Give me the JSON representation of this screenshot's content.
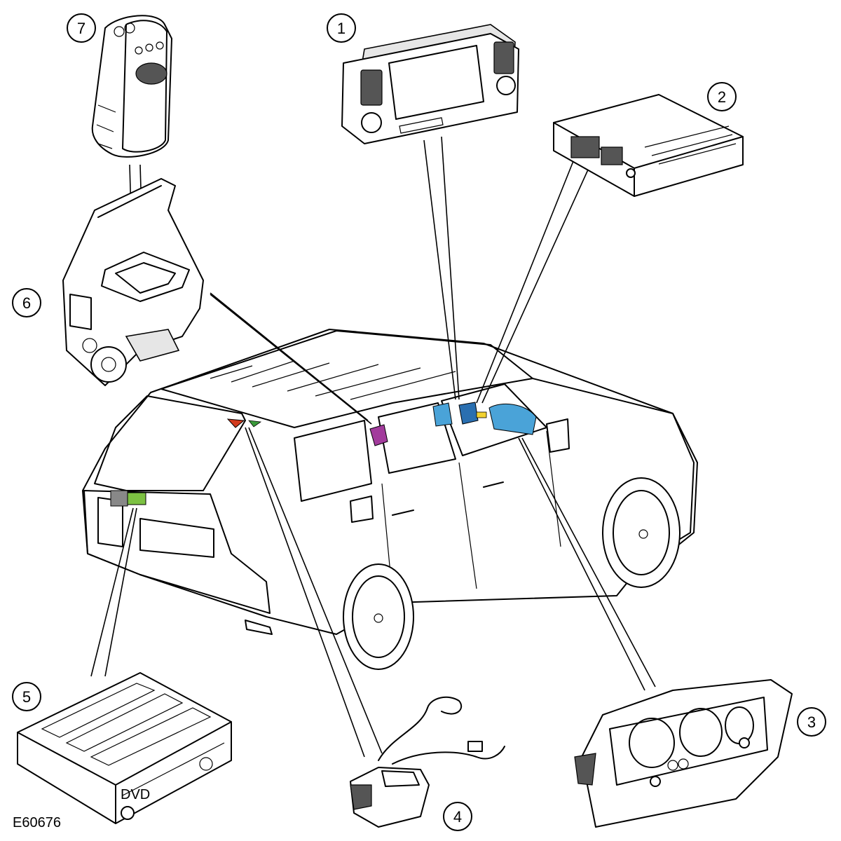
{
  "figure_id": "E60676",
  "callouts": [
    {
      "number": "1",
      "component": "infotainment-display"
    },
    {
      "number": "2",
      "component": "control-module"
    },
    {
      "number": "3",
      "component": "instrument-cluster"
    },
    {
      "number": "4",
      "component": "antenna-module"
    },
    {
      "number": "5",
      "component": "dvd-player"
    },
    {
      "number": "6",
      "component": "transmitter-holder"
    },
    {
      "number": "7",
      "component": "remote-handset"
    }
  ],
  "location_marker_colors": {
    "display": "#4aa3d8",
    "module": "#2a6fb0",
    "cluster": "#4aa3d8",
    "dvd": "#7cc142",
    "holder": "#a23b9c",
    "antenna": "#d23b1e"
  }
}
